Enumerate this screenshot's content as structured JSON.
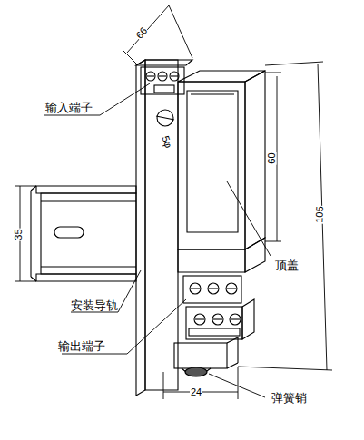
{
  "diagram": {
    "labels": [
      "66",
      "输入端子",
      "5φ",
      "60",
      "105",
      "顶盖",
      "35",
      "安装导轨",
      "输出端子",
      "24",
      "弹簧销"
    ]
  }
}
